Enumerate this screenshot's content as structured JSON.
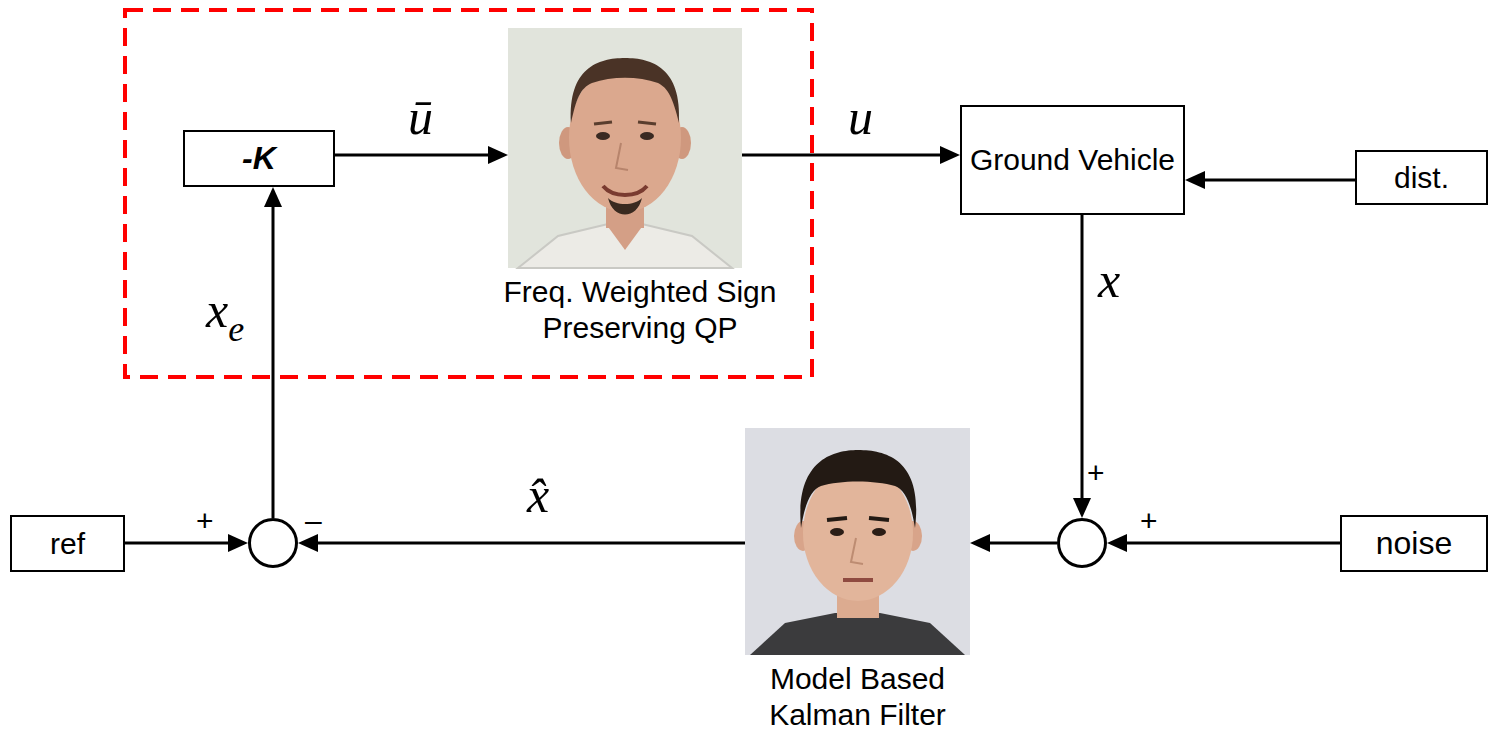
{
  "diagram": {
    "nodes": [
      {
        "text": [
          "-K"
        ]
      },
      {
        "text": [
          "Freq. Weighted Sign Preserving QP"
        ]
      },
      {
        "text": [
          "Ground Vehicle"
        ]
      },
      {
        "text": [
          "dist."
        ]
      },
      {
        "text": [
          "ref"
        ]
      },
      {
        "text": [
          "+",
          "–"
        ]
      },
      {
        "text": [
          "Model Based Kalman Filter"
        ]
      },
      {
        "text": [
          "+",
          "+"
        ]
      },
      {
        "text": [
          "noise"
        ]
      }
    ],
    "edges": [
      {
        "from": 0,
        "to": 1,
        "arrow": "to",
        "label": "ū"
      },
      {
        "from": 1,
        "to": 2,
        "arrow": "to",
        "label": "u"
      },
      {
        "from": 3,
        "to": 2,
        "arrow": "to"
      },
      {
        "from": 2,
        "to": 7,
        "arrow": "to",
        "label": "x"
      },
      {
        "from": 8,
        "to": 7,
        "arrow": "to"
      },
      {
        "from": 7,
        "to": 6,
        "arrow": "to"
      },
      {
        "from": 6,
        "to": 5,
        "arrow": "to",
        "label": "x̂"
      },
      {
        "from": 4,
        "to": 5,
        "arrow": "to"
      },
      {
        "from": 5,
        "to": 0,
        "arrow": "to",
        "label": "xe"
      }
    ]
  }
}
